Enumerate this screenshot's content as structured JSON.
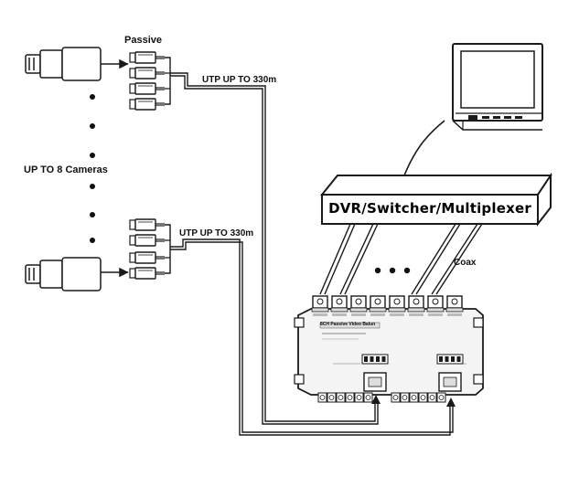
{
  "labels": {
    "passive": "Passive",
    "utp_top": "UTP UP TO 330m",
    "utp_bottom": "UTP UP TO 330m",
    "cameras": "UP TO 8 Cameras",
    "dvr": "DVR/Switcher/Multiplexer",
    "coax": "Coax",
    "hub_title": "8CH Passive Video Balun"
  },
  "colors": {
    "line": "#1a1a1a",
    "device_fill": "#f2f2f2",
    "dvr_fill": "#ffffff",
    "background": "#ffffff"
  }
}
